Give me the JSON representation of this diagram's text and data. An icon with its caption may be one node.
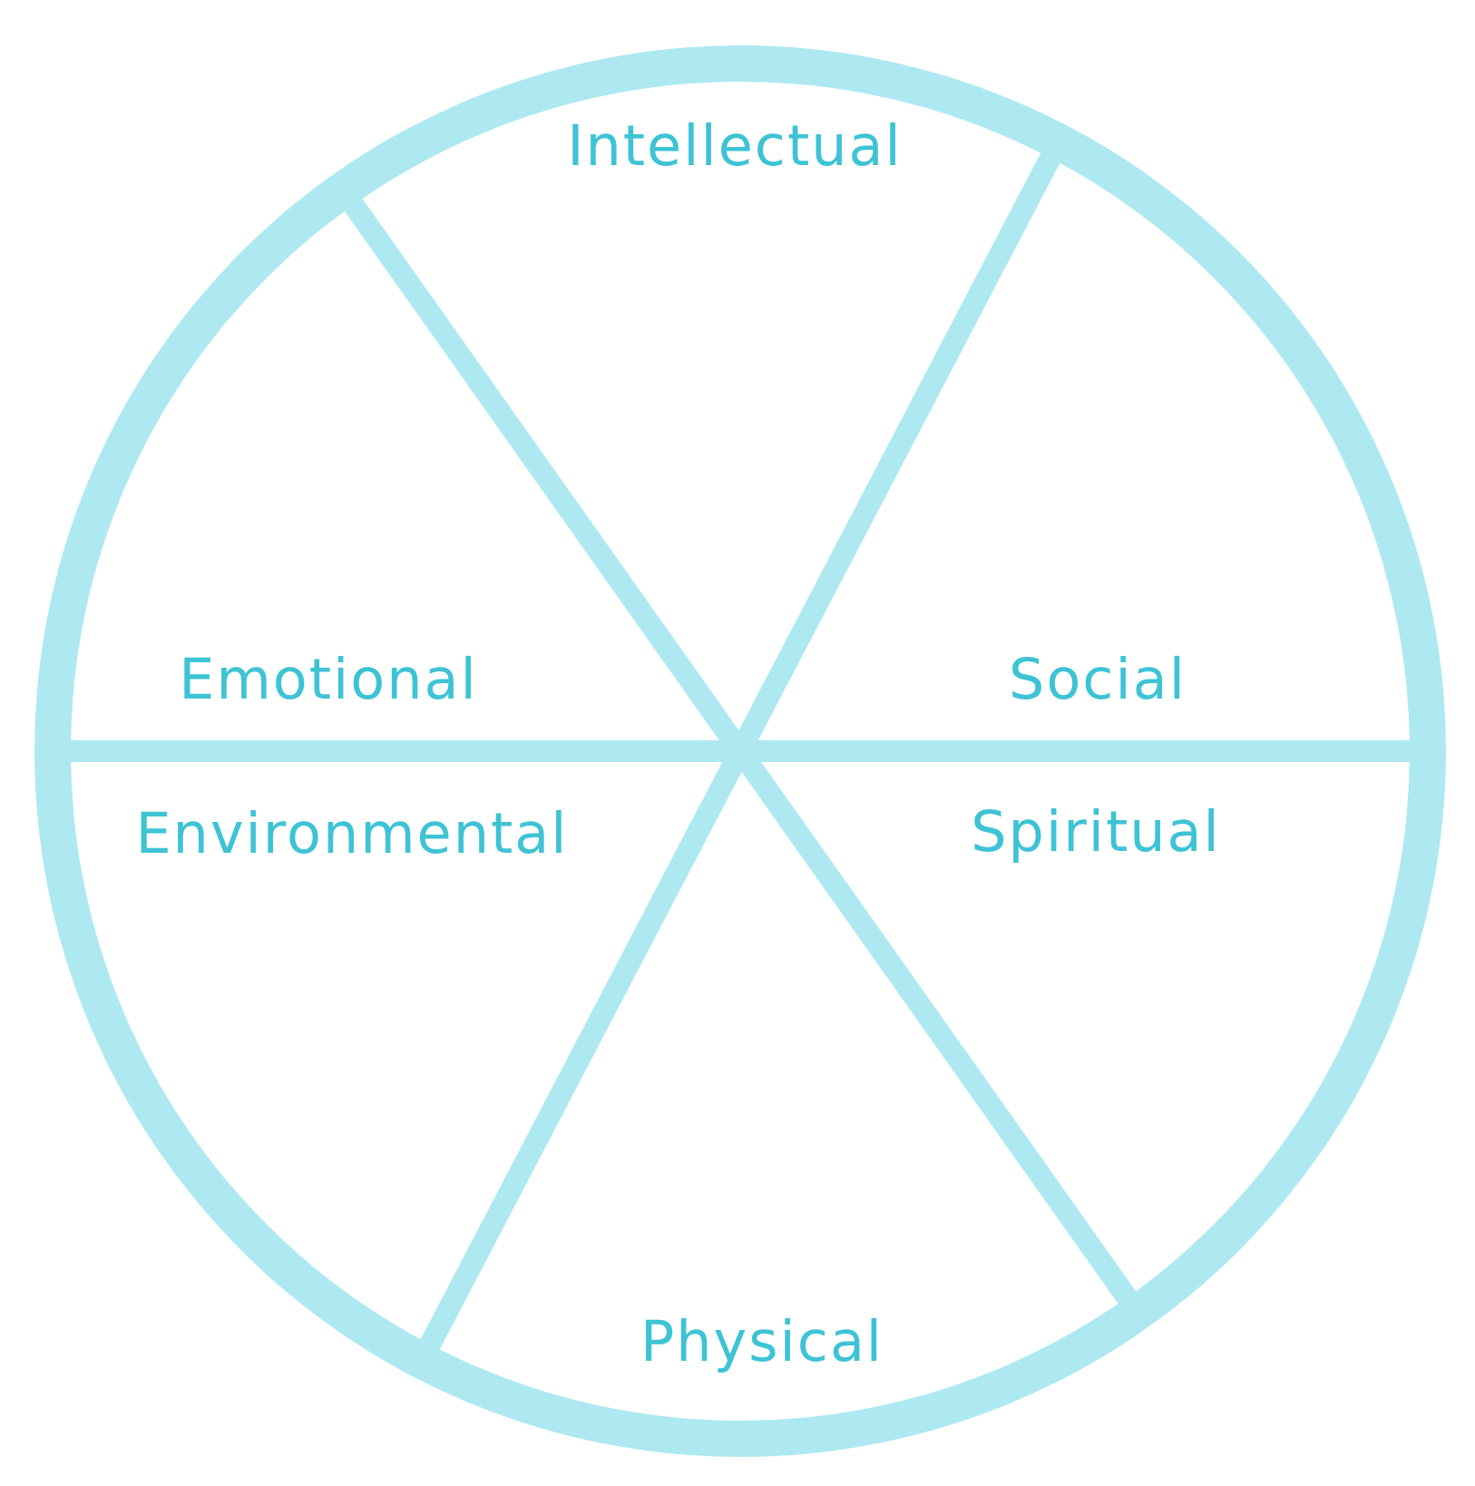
{
  "diagram": {
    "nodes": [
      {
        "text": [
          "Intellectual"
        ]
      },
      {
        "text": [
          "Emotional"
        ]
      },
      {
        "text": [
          "Social"
        ]
      },
      {
        "text": [
          "Environmental"
        ]
      },
      {
        "text": [
          "Spiritual"
        ]
      },
      {
        "text": [
          "Physical"
        ]
      }
    ]
  }
}
